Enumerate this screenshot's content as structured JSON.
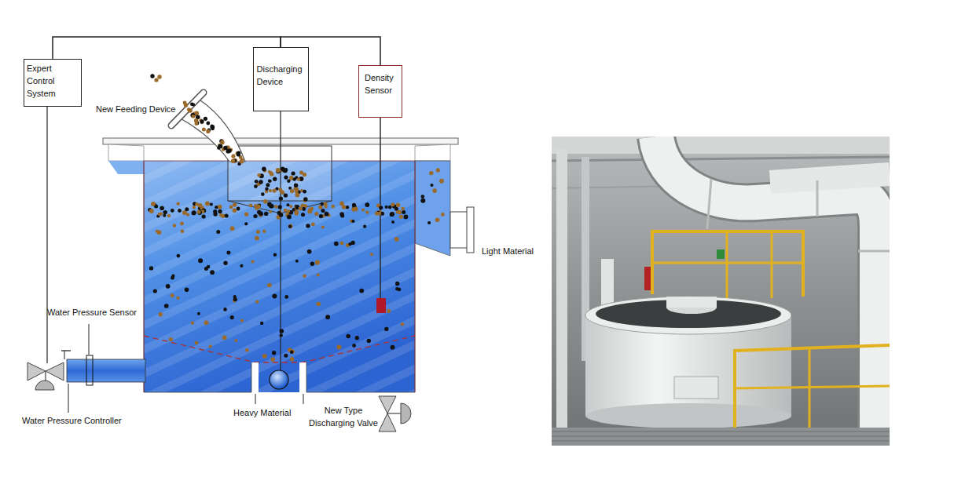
{
  "diagram": {
    "nodes": [
      {
        "text": [
          "Expert Control System"
        ]
      },
      {
        "text": [
          "Discharging Device"
        ]
      },
      {
        "text": [
          "Density Sensor"
        ]
      }
    ],
    "edges": [
      {
        "from": 0,
        "to": 1,
        "arrow": "none"
      },
      {
        "from": 1,
        "to": 2,
        "arrow": "none"
      }
    ],
    "labels": [
      "New Feeding Device",
      "Light Material",
      "Water Pressure Sensor",
      "Water Pressure Controller",
      "Heavy Material",
      "New Type Discharging Valve"
    ]
  }
}
